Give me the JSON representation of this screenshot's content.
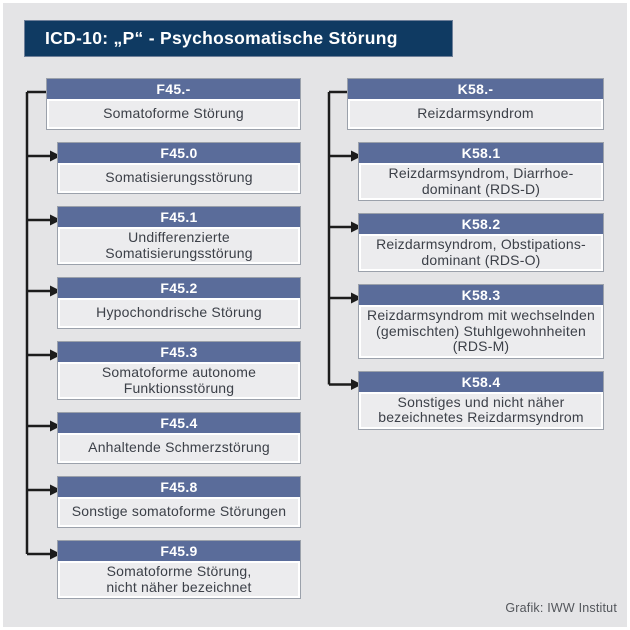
{
  "title": "ICD-10: „P“ - Psychosomatische Störung",
  "credit": "Grafik: IWW Institut",
  "colors": {
    "background": "#e4e4e6",
    "title_bg": "#0f3a62",
    "header_bg": "#5a6c9a",
    "body_bg": "#ececee",
    "box_border": "#9ba1ab",
    "connector": "#1c1c1c",
    "body_text": "#3c4048"
  },
  "columns": [
    {
      "group": "F45",
      "boxes": [
        {
          "code": "F45.-",
          "label": "Somatoforme Störung"
        },
        {
          "code": "F45.0",
          "label": "Somatisierungsstörung"
        },
        {
          "code": "F45.1",
          "label": "Undifferenzierte\nSomatisierungsstörung"
        },
        {
          "code": "F45.2",
          "label": "Hypochondrische Störung"
        },
        {
          "code": "F45.3",
          "label": "Somatoforme autonome\nFunktionsstörung"
        },
        {
          "code": "F45.4",
          "label": "Anhaltende Schmerzstörung"
        },
        {
          "code": "F45.8",
          "label": "Sonstige somatoforme Störungen"
        },
        {
          "code": "F45.9",
          "label": "Somatoforme Störung,\nnicht näher bezeichnet"
        }
      ]
    },
    {
      "group": "K58",
      "boxes": [
        {
          "code": "K58.-",
          "label": "Reizdarmsyndrom"
        },
        {
          "code": "K58.1",
          "label": "Reizdarmsyndrom, Diarrhoe-\ndominant (RDS-D)"
        },
        {
          "code": "K58.2",
          "label": "Reizdarmsyndrom, Obstipations-\ndominant (RDS-O)"
        },
        {
          "code": "K58.3",
          "label": "Reizdarmsyndrom mit wechselnden\n(gemischten) Stuhlgewohnheiten\n(RDS-M)"
        },
        {
          "code": "K58.4",
          "label": "Sonstiges und nicht näher\nbezeichnetes Reizdarmsyndrom"
        }
      ]
    }
  ]
}
